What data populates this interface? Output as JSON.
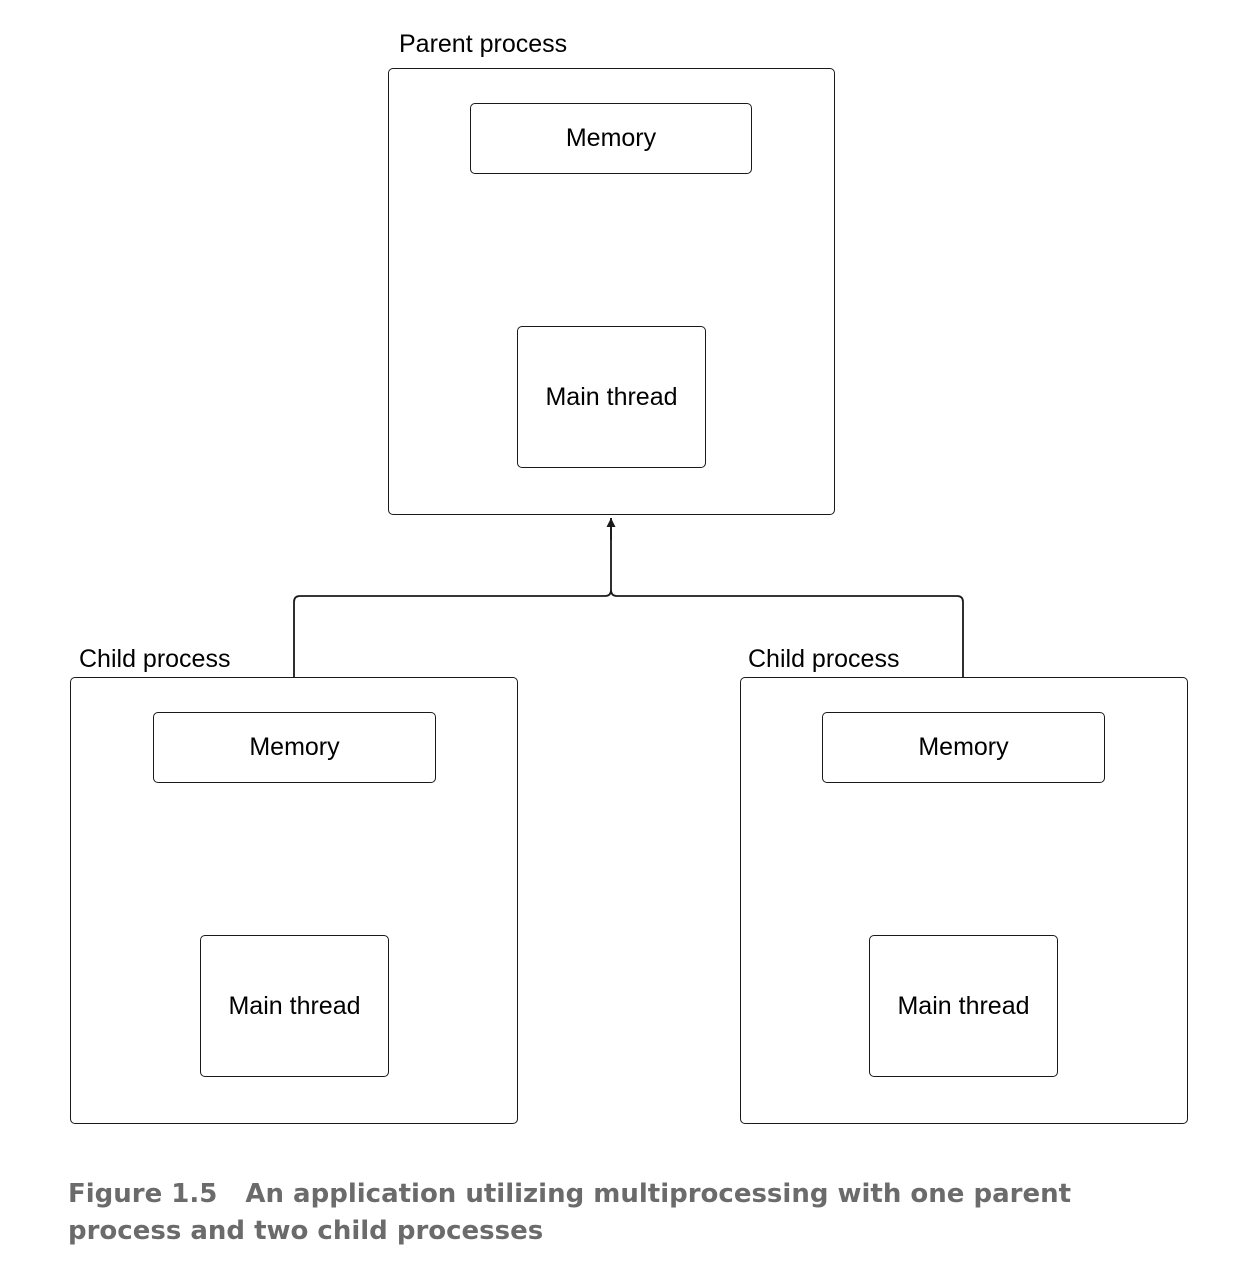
{
  "parent": {
    "title": "Parent process",
    "memory_label": "Memory",
    "thread_label": "Main thread"
  },
  "children": [
    {
      "title": "Child process",
      "memory_label": "Memory",
      "thread_label": "Main thread"
    },
    {
      "title": "Child process",
      "memory_label": "Memory",
      "thread_label": "Main thread"
    }
  ],
  "caption": {
    "figure_number": "Figure 1.5",
    "text": "An application utilizing multiprocessing with one parent process and two child processes"
  },
  "colors": {
    "line": "#1a1a1a",
    "caption": "#6b6b6b"
  }
}
